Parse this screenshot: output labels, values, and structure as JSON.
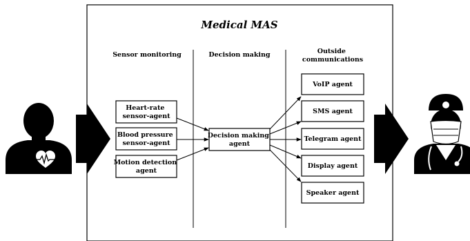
{
  "title": "Medical MAS",
  "columns": [
    {
      "lines": [
        "Sensor monitoring"
      ]
    },
    {
      "lines": [
        "Decision making"
      ]
    },
    {
      "lines": [
        "Outside",
        "communications"
      ]
    }
  ],
  "sensors": [
    {
      "lines": [
        "Heart-rate",
        "sensor-agent"
      ]
    },
    {
      "lines": [
        "Blood pressure",
        "sensor-agent"
      ]
    },
    {
      "lines": [
        "Motion detection",
        "agent"
      ]
    }
  ],
  "decision": {
    "lines": [
      "Decision making",
      "agent"
    ]
  },
  "outputs": [
    {
      "lines": [
        "VoIP agent"
      ]
    },
    {
      "lines": [
        "SMS agent"
      ]
    },
    {
      "lines": [
        "Telegram agent"
      ]
    },
    {
      "lines": [
        "Display agent"
      ]
    },
    {
      "lines": [
        "Speaker agent"
      ]
    }
  ],
  "icons": {
    "patient": "patient-with-heart-icon",
    "doctor": "doctor-icon",
    "input_arrow": "input-arrow-icon",
    "output_arrow": "output-arrow-icon"
  },
  "colors": {
    "ink": "#000000",
    "background": "#ffffff"
  }
}
